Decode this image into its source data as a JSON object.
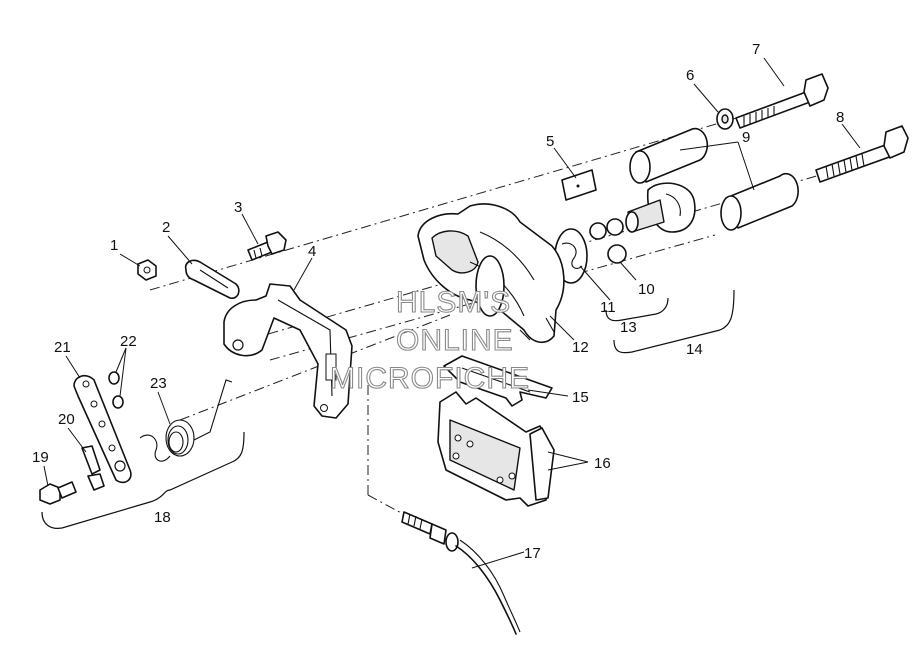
{
  "callouts": {
    "c1": "1",
    "c2": "2",
    "c3": "3",
    "c4": "4",
    "c5": "5",
    "c6": "6",
    "c7": "7",
    "c8": "8",
    "c9": "9",
    "c10": "10",
    "c11": "11",
    "c12": "12",
    "c13": "13",
    "c14": "14",
    "c15": "15",
    "c16": "16",
    "c17": "17",
    "c18": "18",
    "c19": "19",
    "c20": "20",
    "c21": "21",
    "c22": "22",
    "c23": "23"
  },
  "watermark": {
    "line1": "HLSM'S",
    "line2": "ONLINE",
    "line3": "MICROFICHE"
  }
}
